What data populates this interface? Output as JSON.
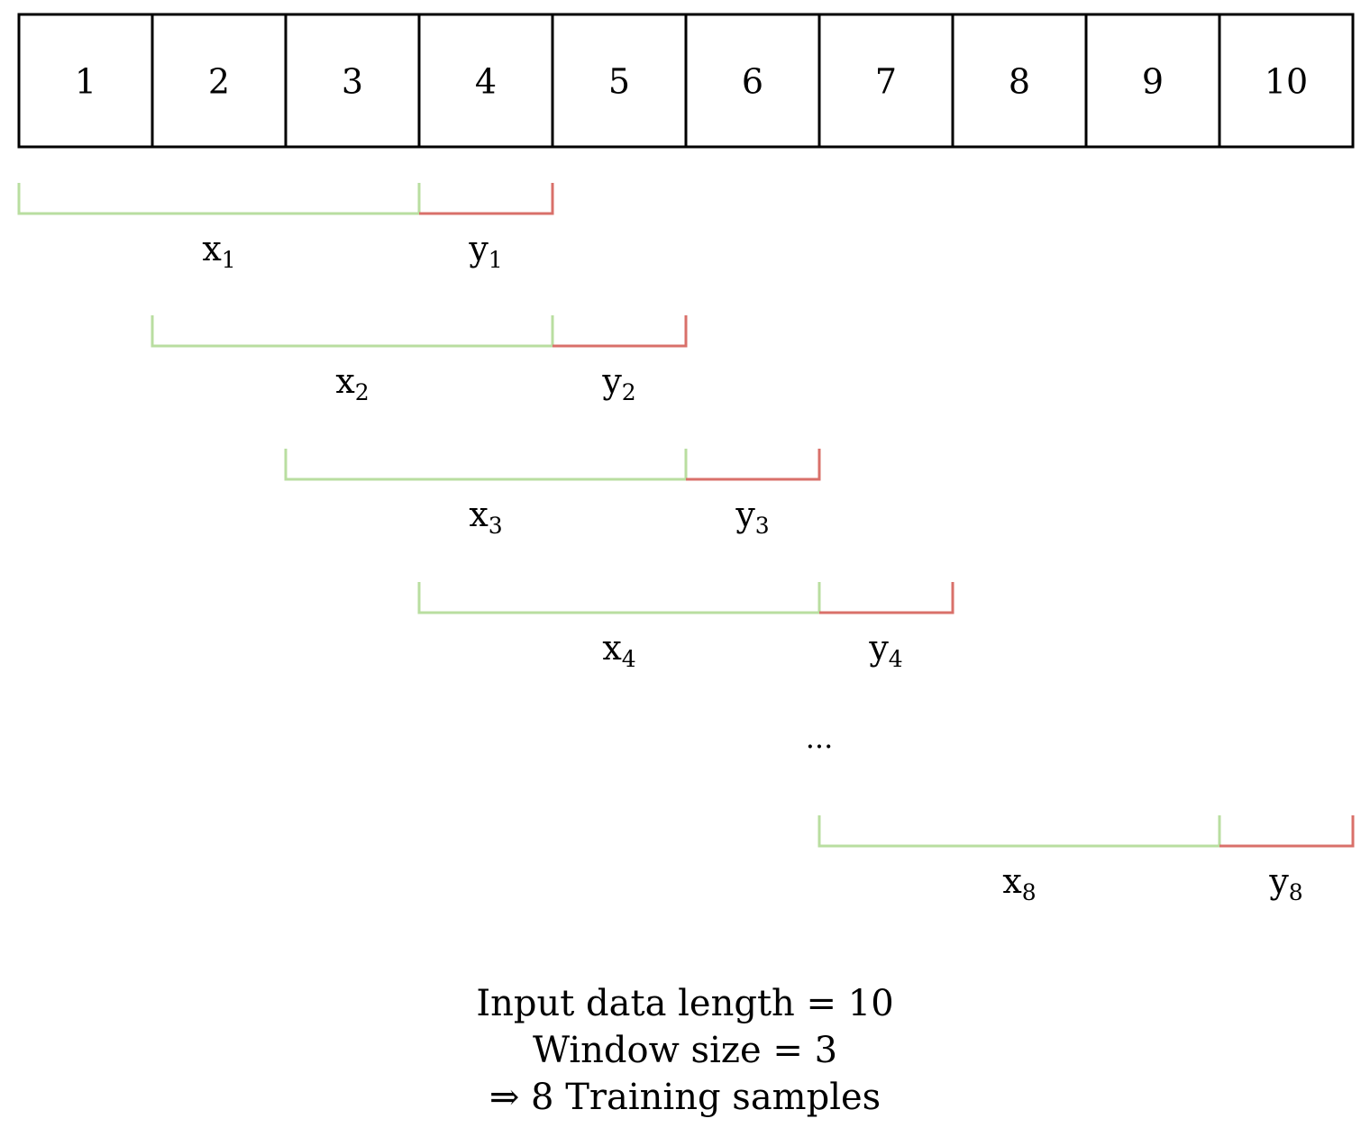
{
  "cells": [
    "1",
    "2",
    "3",
    "4",
    "5",
    "6",
    "7",
    "8",
    "9",
    "10"
  ],
  "colors": {
    "input_bracket": "#b9dea0",
    "target_bracket": "#d9706a",
    "cell_border": "#000000"
  },
  "samples": [
    {
      "start": 1,
      "x_label": "x",
      "x_sub": "1",
      "y_label": "y",
      "y_sub": "1"
    },
    {
      "start": 2,
      "x_label": "x",
      "x_sub": "2",
      "y_label": "y",
      "y_sub": "2"
    },
    {
      "start": 3,
      "x_label": "x",
      "x_sub": "3",
      "y_label": "y",
      "y_sub": "3"
    },
    {
      "start": 4,
      "x_label": "x",
      "x_sub": "4",
      "y_label": "y",
      "y_sub": "4"
    },
    {
      "start": 7,
      "x_label": "x",
      "x_sub": "8",
      "y_label": "y",
      "y_sub": "8"
    }
  ],
  "ellipsis": "...",
  "summary": {
    "line1": "Input data length = 10",
    "line2": "Window size = 3",
    "line3": "⇒ 8 Training samples"
  }
}
